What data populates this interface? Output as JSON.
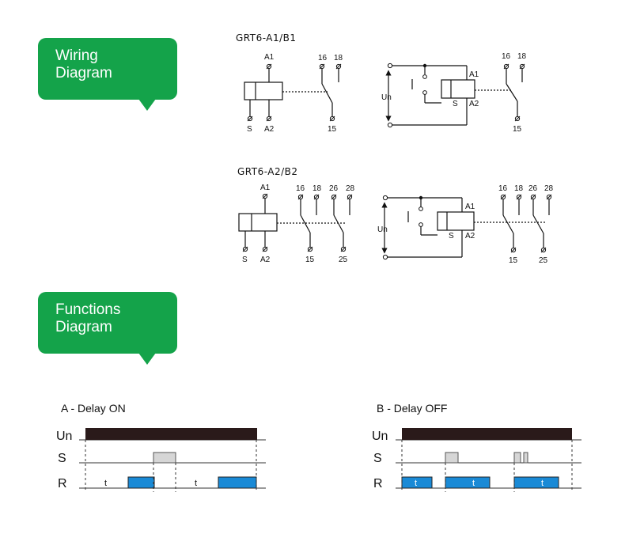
{
  "callouts": {
    "wiring": {
      "line1": "Wiring",
      "line2": "Diagram"
    },
    "functions": {
      "line1": "Functions",
      "line2": "Diagram"
    }
  },
  "colors": {
    "green": "#14a34a",
    "blue": "#1a8ad6",
    "dark": "#2a1a1a",
    "grey": "#d6d6d6"
  },
  "wiring": {
    "model1": "GRT6-A1/B1",
    "model2": "GRT6-A2/B2",
    "labels": {
      "a1": "A1",
      "a2": "A2",
      "s": "S",
      "un": "Un",
      "t15": "15",
      "t16": "16",
      "t18": "18",
      "t25": "25",
      "t26": "26",
      "t28": "28"
    }
  },
  "functions": {
    "a_title": "A - Delay ON",
    "b_title": "B - Delay OFF",
    "sig_un": "Un",
    "sig_s": "S",
    "sig_r": "R",
    "t": "t"
  }
}
